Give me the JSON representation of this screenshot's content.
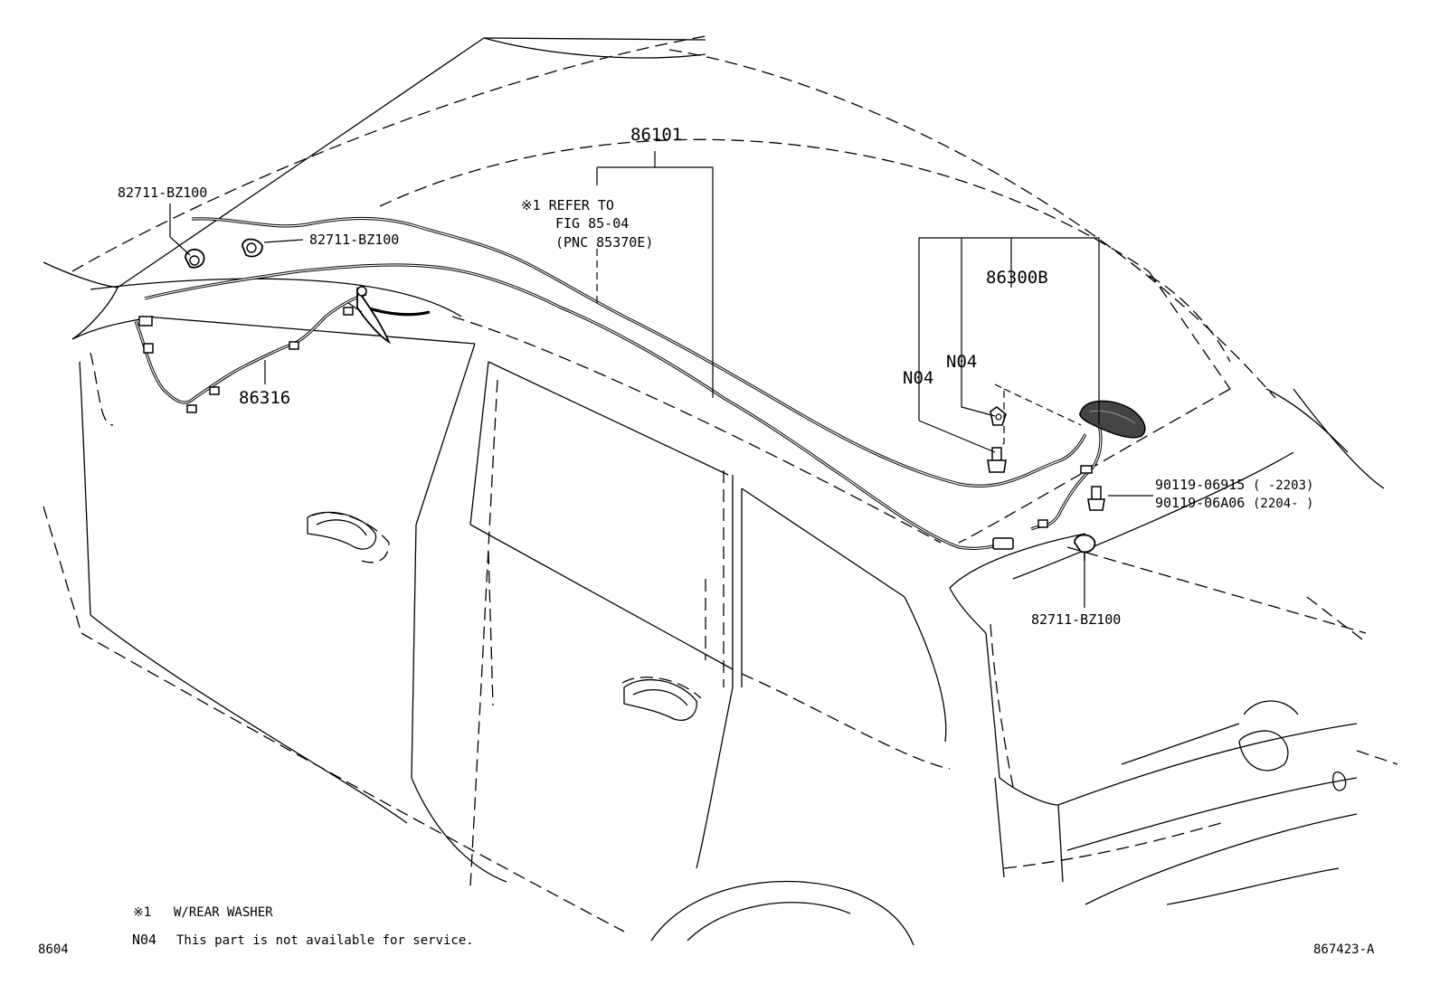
{
  "parts": {
    "p86101": "86101",
    "p86316": "86316",
    "p86300b": "86300B",
    "clip_a": "82711-BZ100",
    "clip_b": "82711-BZ100",
    "clip_c": "82711-BZ100",
    "n04_a": "N04",
    "n04_b": "N04",
    "bolt_a_no": "90119-06915",
    "bolt_a_range": "(    -2203)",
    "bolt_b_no": "90119-06A06",
    "bolt_b_range": "(2204-    )"
  },
  "refer_note": {
    "line1": "※1 REFER TO",
    "line2": "FIG 85-04",
    "line3": "(PNC 85370E)"
  },
  "footnotes": {
    "note1_mark": "※1",
    "note1_text": "W/REAR WASHER",
    "n04_mark": "N04",
    "n04_text": "This part is not available for service."
  },
  "page_code": "8604",
  "figure_code": "867423-A",
  "icons": [
    "clip-icon",
    "antenna-icon",
    "bolt-icon",
    "nut-icon",
    "connector-icon"
  ]
}
